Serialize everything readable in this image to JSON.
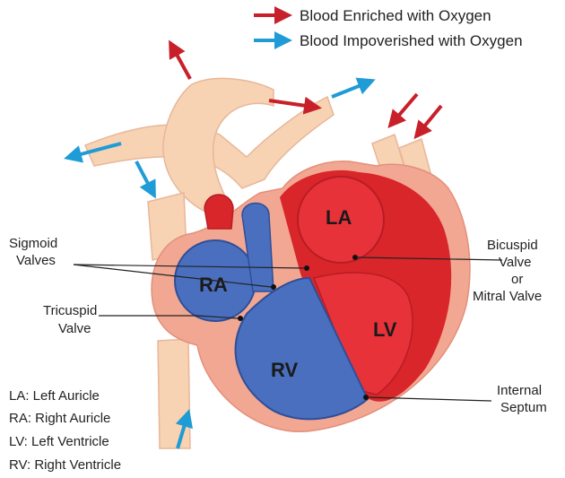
{
  "legend": {
    "oxygen_rich": "Blood Enriched with Oxygen",
    "oxygen_poor": "Blood Impoverished with Oxygen"
  },
  "chambers": {
    "la": "LA",
    "lv": "LV",
    "ra": "RA",
    "rv": "RV"
  },
  "labels": {
    "sigmoid_1": "Sigmoid",
    "sigmoid_2": "Valves",
    "tricuspid_1": "Tricuspid",
    "tricuspid_2": "Valve",
    "bicuspid_1": "Bicuspid",
    "bicuspid_2": "Valve",
    "bicuspid_3": "or",
    "bicuspid_4": "Mitral Valve",
    "septum_1": "Internal",
    "septum_2": "Septum"
  },
  "key": [
    "LA: Left Auricle",
    "RA: Right Auricle",
    "LV: Left Ventricle",
    "RV: Right Ventricle"
  ],
  "colors": {
    "oxygen_rich": "#d8262b",
    "oxygen_poor": "#4a6fbf",
    "arrow_red": "#c8202a",
    "arrow_blue": "#1f9bd6",
    "vessel": "#f7d2b3",
    "tissue": "#f2a792"
  }
}
